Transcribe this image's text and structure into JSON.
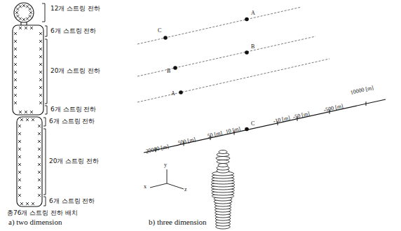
{
  "diagram": {
    "labels": [
      "12개 스트링 전하",
      "6개 스트링 전하",
      "20개 스트링 전하",
      "6개 스트링 전하",
      "6개 스트링 전하",
      "20개 스트링 전하",
      "6개 스트링 전하",
      "총76개 스트링 전하 배치",
      "C",
      "A",
      "B",
      "B",
      "A",
      "C",
      "10000 [m]",
      "-500 [m]",
      "-50 [m]",
      "-10 [m]",
      "10 [m]",
      "50 [m]",
      "500 [m]",
      "20000 [m]",
      "x",
      "y",
      "z",
      "a) two dimension",
      "b) three dimension"
    ]
  }
}
